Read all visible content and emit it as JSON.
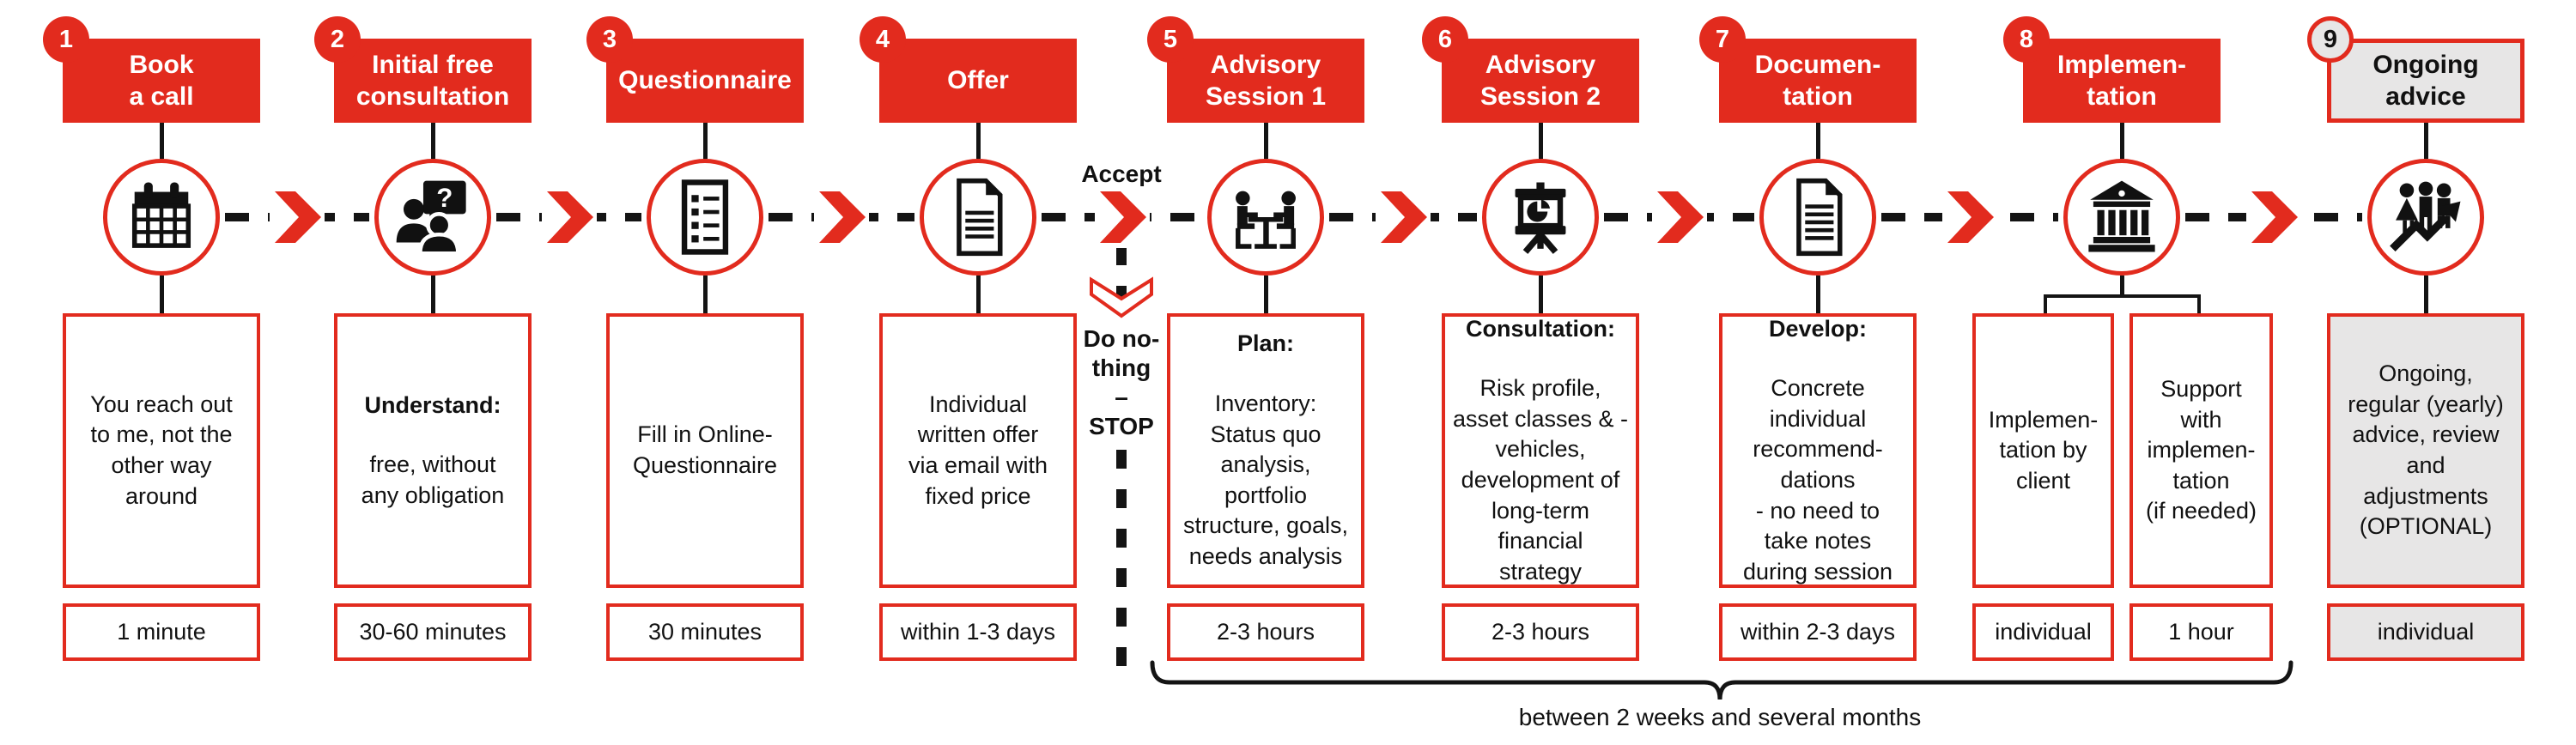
{
  "colors": {
    "accent_red": "#e22b1e",
    "gray_fill": "#e7e6e6",
    "line_black": "#141414"
  },
  "steps": [
    {
      "number": "1",
      "title": "Book\na call",
      "icon": "calendar-icon",
      "variant": "red",
      "boxes": [
        {
          "body": "You reach out\nto me, not the\nother way\naround",
          "duration": "1 minute"
        }
      ]
    },
    {
      "number": "2",
      "title": "Initial free\nconsultation",
      "icon": "consultation-icon",
      "variant": "red",
      "boxes": [
        {
          "lead": "Understand:",
          "body": "free, without\nany obligation",
          "duration": "30-60 minutes"
        }
      ]
    },
    {
      "number": "3",
      "title": "Questionnaire",
      "icon": "questionnaire-icon",
      "variant": "red",
      "boxes": [
        {
          "body": "Fill in Online-\nQuestionnaire",
          "duration": "30 minutes"
        }
      ]
    },
    {
      "number": "4",
      "title": "Offer",
      "icon": "offer-document-icon",
      "variant": "red",
      "boxes": [
        {
          "body": "Individual\nwritten offer\nvia email with\nfixed price",
          "duration": "within 1-3 days"
        }
      ]
    },
    {
      "number": "5",
      "title": "Advisory\nSession 1",
      "icon": "meeting-icon",
      "variant": "red",
      "boxes": [
        {
          "lead": "Plan:",
          "body": "Inventory:\nStatus quo\nanalysis,\nportfolio\nstructure, goals,\nneeds analysis",
          "duration": "2-3 hours"
        }
      ]
    },
    {
      "number": "6",
      "title": "Advisory\nSession 2",
      "icon": "presentation-icon",
      "variant": "red",
      "boxes": [
        {
          "lead": "Consultation:",
          "body": "Risk profile,\nasset classes & -\nvehicles,\ndevelopment of\nlong-term\nfinancial\nstrategy",
          "duration": "2-3 hours"
        }
      ]
    },
    {
      "number": "7",
      "title": "Documen-\ntation",
      "icon": "documentation-icon",
      "variant": "red",
      "boxes": [
        {
          "lead": "Develop:",
          "body": "Concrete\nindividual\nrecommend-\ndations\n- no need to\ntake notes\nduring session",
          "duration": "within 2-3 days"
        }
      ]
    },
    {
      "number": "8",
      "title": "Implemen-\ntation",
      "icon": "bank-icon",
      "variant": "red",
      "boxes": [
        {
          "body": "Implemen-\ntation by\nclient",
          "duration": "individual"
        },
        {
          "body": "Support\nwith\nimplemen-\ntation\n(if needed)",
          "duration": "1 hour"
        }
      ]
    },
    {
      "number": "9",
      "title": "Ongoing\nadvice",
      "icon": "growth-icon",
      "variant": "gray",
      "boxes": [
        {
          "body": "Ongoing,\nregular (yearly)\nadvice, review\nand\nadjustments\n(OPTIONAL)",
          "duration": "individual"
        }
      ]
    }
  ],
  "branch": {
    "accept_label": "Accept",
    "stop_label": "Do no-\nthing\n–\nSTOP"
  },
  "footer": {
    "bracket_label": "between 2 weeks and several months"
  }
}
